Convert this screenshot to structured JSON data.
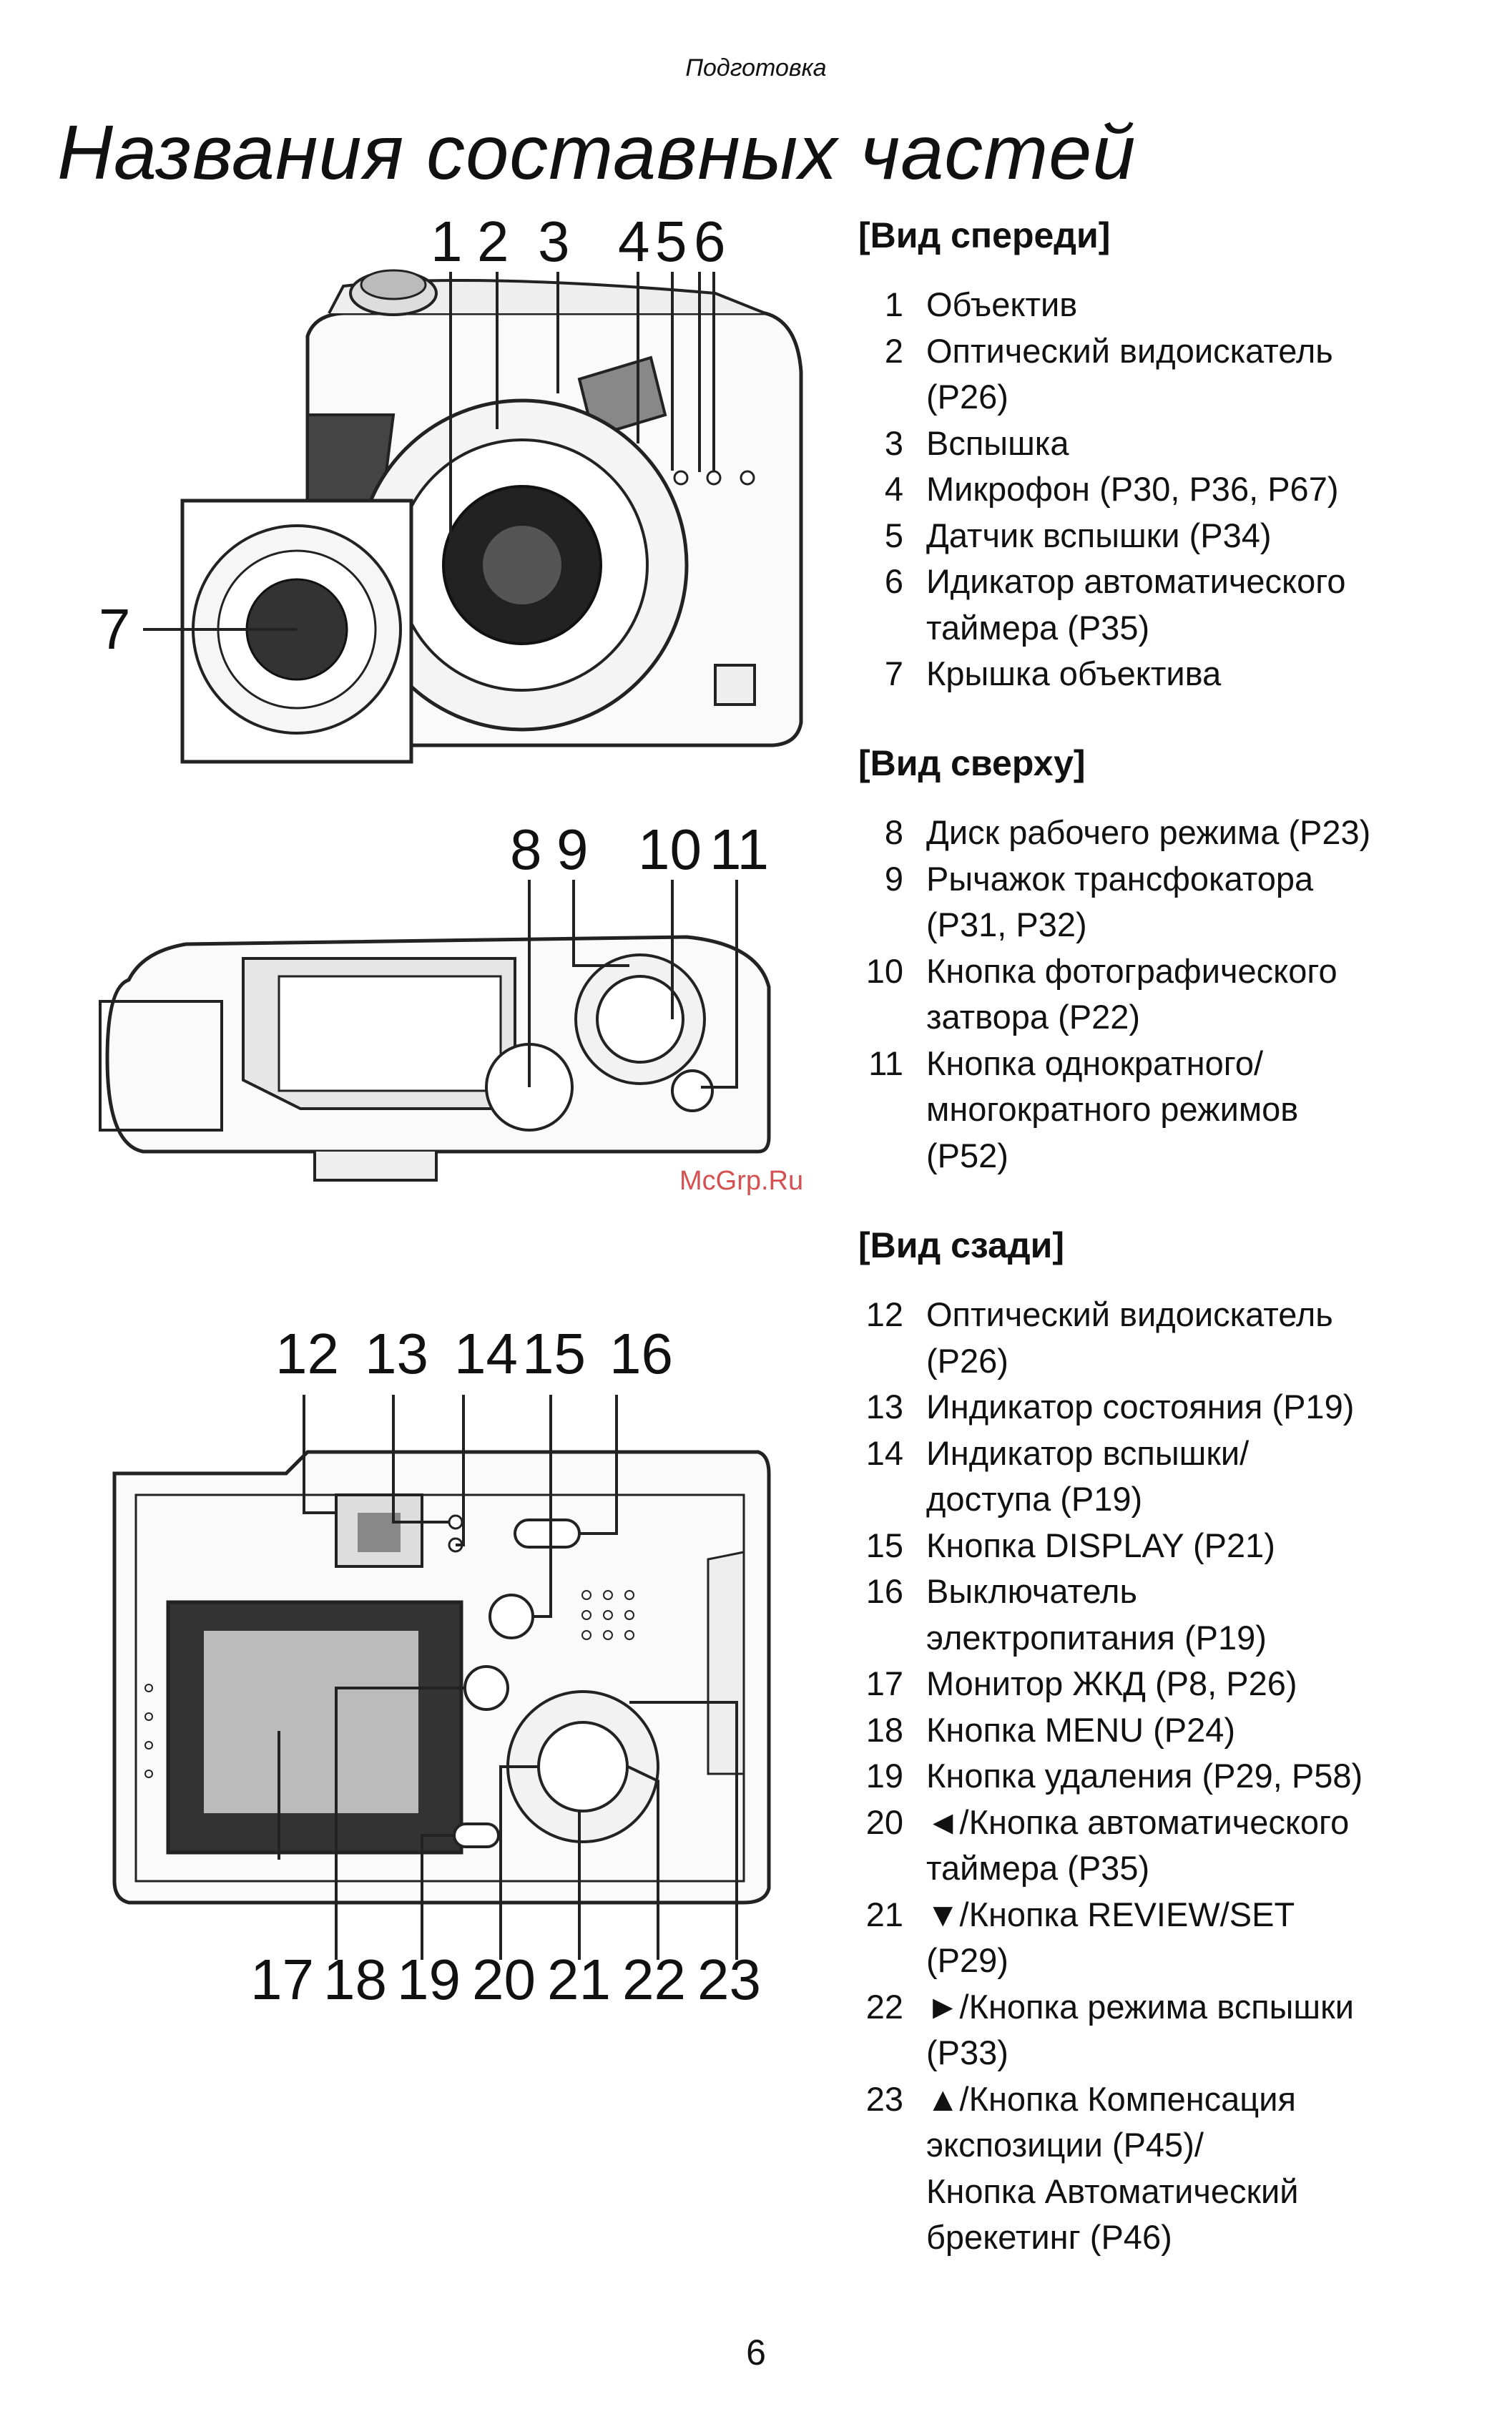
{
  "header": "Подготовка",
  "title": "Названия составных частей",
  "sections": [
    {
      "title": "[Вид спереди]",
      "items": [
        {
          "num": "1",
          "lines": [
            "Объектив"
          ]
        },
        {
          "num": "2",
          "lines": [
            "Оптический видоискатель",
            "(P26)"
          ]
        },
        {
          "num": "3",
          "lines": [
            "Вспышка"
          ]
        },
        {
          "num": "4",
          "lines": [
            "Микрофон (P30, P36, P67)"
          ]
        },
        {
          "num": "5",
          "lines": [
            "Датчик вспышки (P34)"
          ]
        },
        {
          "num": "6",
          "lines": [
            "Идикатор автоматического",
            "таймера (P35)"
          ]
        },
        {
          "num": "7",
          "lines": [
            "Крышка объектива"
          ]
        }
      ]
    },
    {
      "title": "[Вид сверху]",
      "items": [
        {
          "num": "8",
          "lines": [
            "Диск рабочего режима (P23)"
          ]
        },
        {
          "num": "9",
          "lines": [
            "Рычажок трансфокатора",
            "(P31, P32)"
          ]
        },
        {
          "num": "10",
          "lines": [
            "Кнопка фотографического",
            "затвора (P22)"
          ]
        },
        {
          "num": "11",
          "lines": [
            "Кнопка однократного/",
            "многократного режимов",
            "(P52)"
          ]
        }
      ]
    },
    {
      "title": "[Вид сзади]",
      "items": [
        {
          "num": "12",
          "lines": [
            "Оптический видоискатель",
            "(P26)"
          ]
        },
        {
          "num": "13",
          "lines": [
            "Индикатор состояния (P19)"
          ]
        },
        {
          "num": "14",
          "lines": [
            "Индикатор вспышки/",
            "доступа (P19)"
          ]
        },
        {
          "num": "15",
          "lines": [
            "Кнопка DISPLAY (P21)"
          ]
        },
        {
          "num": "16",
          "lines": [
            "Выключатель",
            "электропитания (P19)"
          ]
        },
        {
          "num": "17",
          "lines": [
            "Монитор ЖКД (P8, P26)"
          ]
        },
        {
          "num": "18",
          "lines": [
            "Кнопка MENU (P24)"
          ]
        },
        {
          "num": "19",
          "lines": [
            "Кнопка удаления (P29, P58)"
          ]
        },
        {
          "num": "20",
          "lines": [
            "◄/Кнопка автоматического",
            "таймера (P35)"
          ]
        },
        {
          "num": "21",
          "lines": [
            "▼/Кнопка REVIEW/SET",
            "(P29)"
          ]
        },
        {
          "num": "22",
          "lines": [
            "►/Кнопка режима вспышки",
            "(P33)"
          ]
        },
        {
          "num": "23",
          "lines": [
            "▲/Кнопка Компенсация",
            "экспозиции (P45)/",
            "Кнопка Автоматический",
            "брекетинг (P46)"
          ]
        }
      ]
    }
  ],
  "figures": {
    "front": {
      "labels": [
        "1",
        "2",
        "3",
        "4",
        "5",
        "6",
        "7"
      ]
    },
    "top": {
      "labels": [
        "8",
        "9",
        "10",
        "11"
      ]
    },
    "back": {
      "top_labels": [
        "12",
        "13",
        "14",
        "15",
        "16"
      ],
      "bottom_labels": [
        "17",
        "18",
        "19",
        "20",
        "21",
        "22",
        "23"
      ]
    }
  },
  "watermark": "McGrp.Ru",
  "page_number": "6"
}
